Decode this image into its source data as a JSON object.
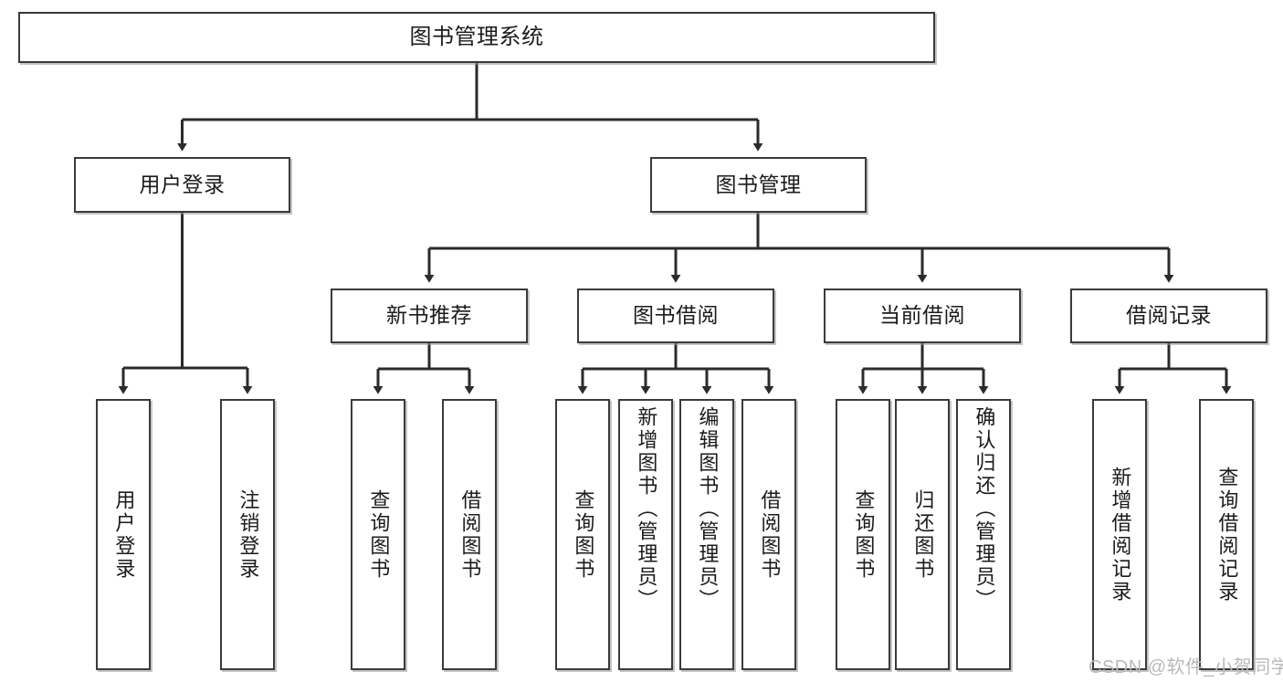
{
  "diagram": {
    "title": "图书管理系统",
    "type": "tree",
    "watermark": "CSDN @软件_小贺同学",
    "colors": {
      "box_border": "#3a3a3a",
      "box_fill": "#ffffff",
      "edge": "#2b2b2b",
      "text": "#1b1b1b",
      "watermark": "#b9b9b9"
    },
    "nodes": {
      "root": {
        "label": "图书管理系统",
        "level": 0
      },
      "user_login": {
        "label": "用户登录",
        "level": 1
      },
      "book_mgmt": {
        "label": "图书管理",
        "level": 1
      },
      "new_book_rec": {
        "label": "新书推荐",
        "level": 2
      },
      "book_borrow": {
        "label": "图书借阅",
        "level": 2
      },
      "current_borrow": {
        "label": "当前借阅",
        "level": 2
      },
      "borrow_record": {
        "label": "借阅记录",
        "level": 2
      },
      "leaf_user_login": {
        "label": "用户登录",
        "level": 3
      },
      "leaf_logout": {
        "label": "注销登录",
        "level": 3
      },
      "leaf_query_book_1": {
        "label": "查询图书",
        "level": 3
      },
      "leaf_borrow_book_1": {
        "label": "借阅图书",
        "level": 3
      },
      "leaf_query_book_2": {
        "label": "查询图书",
        "level": 3
      },
      "leaf_add_book": {
        "label": "新增图书（管理员）",
        "level": 3
      },
      "leaf_edit_book": {
        "label": "编辑图书（管理员）",
        "level": 3
      },
      "leaf_borrow_book_2": {
        "label": "借阅图书",
        "level": 3
      },
      "leaf_query_book_3": {
        "label": "查询图书",
        "level": 3
      },
      "leaf_return_book": {
        "label": "归还图书",
        "level": 3
      },
      "leaf_confirm_return": {
        "label": "确认归还（管理员）",
        "level": 3
      },
      "leaf_add_record": {
        "label": "新增借阅记录",
        "level": 3
      },
      "leaf_query_record": {
        "label": "查询借阅记录",
        "level": 3
      }
    },
    "edges": [
      {
        "from": "root",
        "to": "user_login"
      },
      {
        "from": "root",
        "to": "book_mgmt"
      },
      {
        "from": "user_login",
        "to": "leaf_user_login"
      },
      {
        "from": "user_login",
        "to": "leaf_logout"
      },
      {
        "from": "book_mgmt",
        "to": "new_book_rec"
      },
      {
        "from": "book_mgmt",
        "to": "book_borrow"
      },
      {
        "from": "book_mgmt",
        "to": "current_borrow"
      },
      {
        "from": "book_mgmt",
        "to": "borrow_record"
      },
      {
        "from": "new_book_rec",
        "to": "leaf_query_book_1"
      },
      {
        "from": "new_book_rec",
        "to": "leaf_borrow_book_1"
      },
      {
        "from": "book_borrow",
        "to": "leaf_query_book_2"
      },
      {
        "from": "book_borrow",
        "to": "leaf_add_book"
      },
      {
        "from": "book_borrow",
        "to": "leaf_edit_book"
      },
      {
        "from": "book_borrow",
        "to": "leaf_borrow_book_2"
      },
      {
        "from": "current_borrow",
        "to": "leaf_query_book_3"
      },
      {
        "from": "current_borrow",
        "to": "leaf_return_book"
      },
      {
        "from": "current_borrow",
        "to": "leaf_confirm_return"
      },
      {
        "from": "borrow_record",
        "to": "leaf_add_record"
      },
      {
        "from": "borrow_record",
        "to": "leaf_query_record"
      }
    ]
  }
}
